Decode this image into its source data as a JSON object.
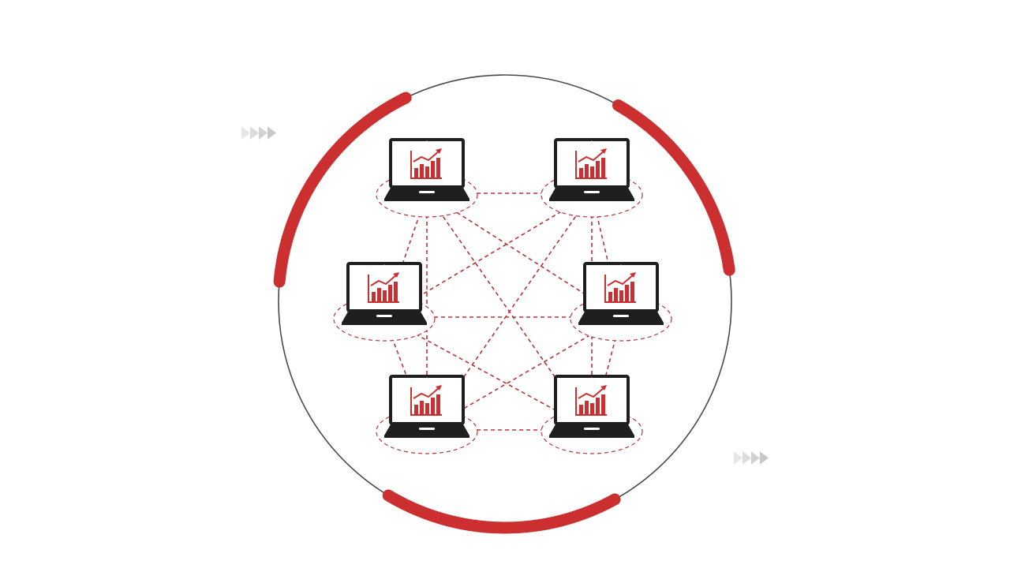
{
  "colors": {
    "background": "#ffffff",
    "ring": "#4a4a4a",
    "accent": "#cc2f2f",
    "laptop": "#1f1f1f",
    "link": "#b8343c",
    "chevron": "#d4d4d4"
  },
  "diagram": {
    "icons": {
      "node": "laptop-growth-chart-icon",
      "decoration": "chevron-right-icon"
    },
    "nodes": [
      {
        "id": "top-left"
      },
      {
        "id": "top-right"
      },
      {
        "id": "middle-left"
      },
      {
        "id": "middle-right"
      },
      {
        "id": "bottom-left"
      },
      {
        "id": "bottom-right"
      }
    ],
    "links": [
      [
        "top-left",
        "top-right"
      ],
      [
        "top-left",
        "middle-left"
      ],
      [
        "top-left",
        "middle-right"
      ],
      [
        "top-left",
        "bottom-left"
      ],
      [
        "top-left",
        "bottom-right"
      ],
      [
        "top-right",
        "middle-left"
      ],
      [
        "top-right",
        "middle-right"
      ],
      [
        "top-right",
        "bottom-left"
      ],
      [
        "top-right",
        "bottom-right"
      ],
      [
        "middle-left",
        "middle-right"
      ],
      [
        "middle-left",
        "bottom-left"
      ],
      [
        "middle-left",
        "bottom-right"
      ],
      [
        "middle-right",
        "bottom-left"
      ],
      [
        "middle-right",
        "bottom-right"
      ],
      [
        "bottom-left",
        "bottom-right"
      ]
    ]
  }
}
